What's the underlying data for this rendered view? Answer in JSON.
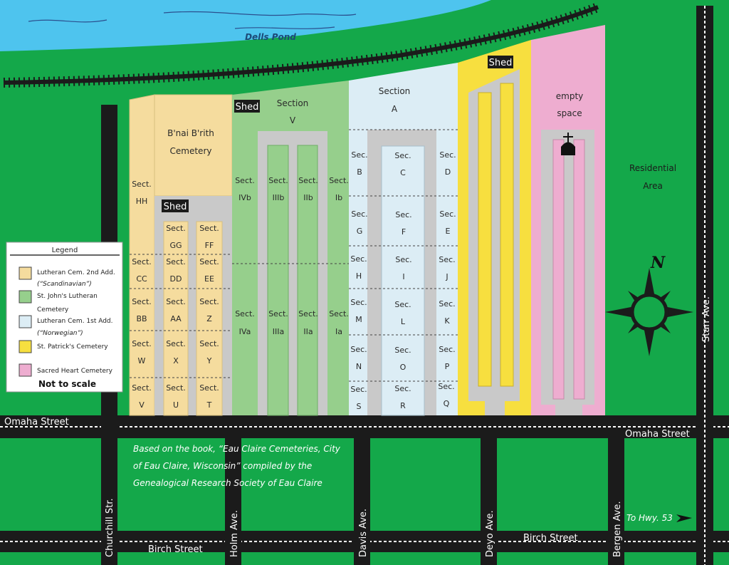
{
  "water": {
    "name": "Dells Pond"
  },
  "sections": {
    "section_v": [
      "Section",
      "V"
    ],
    "section_a": [
      "Section",
      "A"
    ],
    "bnai_brith": [
      "B'nai B'rith",
      "Cemetery"
    ],
    "empty_space": [
      "empty",
      "space"
    ],
    "residential": [
      "Residential",
      "Area"
    ]
  },
  "sheds": {
    "shed_label": "Shed"
  },
  "sect_prefix": "Sect.",
  "sec_prefix": "Sec.",
  "plots": {
    "HH": "HH",
    "CC": "CC",
    "BB": "BB",
    "W": "W",
    "V": "V",
    "GG": "GG",
    "DD": "DD",
    "AA": "AA",
    "X": "X",
    "U": "U",
    "FF": "FF",
    "EE": "EE",
    "Z": "Z",
    "Y": "Y",
    "T": "T",
    "IVb": "IVb",
    "IIIb": "IIIb",
    "IIb": "IIb",
    "Ib": "Ib",
    "IVa": "IVa",
    "IIIa": "IIIa",
    "IIa": "IIa",
    "Ia": "Ia",
    "B": "B",
    "C": "C",
    "D": "D",
    "G": "G",
    "F": "F",
    "E": "E",
    "H": "H",
    "I": "I",
    "J": "J",
    "M": "M",
    "L": "L",
    "K": "K",
    "N": "N",
    "O": "O",
    "P": "P",
    "S": "S",
    "R": "R",
    "Q": "Q"
  },
  "streets": {
    "omaha_1": "Omaha Street",
    "omaha_2": "Omaha Street",
    "birch_1": "Birch Street",
    "birch_2": "Birch Street",
    "churchill": "Churchill Str.",
    "holm": "Holm Ave.",
    "davis": "Davis Ave.",
    "deyo": "Deyo Ave.",
    "bergen": "Bergen Ave.",
    "starr": "Starr Ave.",
    "hwy": "To Hwy. 53"
  },
  "credit": [
    "Based on the book, “Eau Claire Cemeteries, City",
    "of Eau Claire, Wisconsin” compiled by the",
    "Genealogical Research Society of Eau Claire"
  ],
  "legend": {
    "title": "Legend",
    "items": [
      {
        "lines": [
          "Lutheran Cem. 2nd Add.",
          "(“Scandinavian”)"
        ],
        "color": "#f5dc9e"
      },
      {
        "lines": [
          "St. John's Lutheran",
          "Cemetery"
        ],
        "color": "#96cf8c"
      },
      {
        "lines": [
          "Lutheran Cem. 1st Add.",
          "(“Norwegian”)"
        ],
        "color": "#dcedf5"
      },
      {
        "lines": [
          "St. Patrick's Cemetery"
        ],
        "color": "#f7df3f"
      },
      {
        "lines": [
          "Sacred Heart Cemetery"
        ],
        "color": "#eeadd0"
      }
    ],
    "note": "Not to scale"
  },
  "compass": {
    "north": "N"
  },
  "colors": {
    "grass": "#14a84a",
    "water": "#4ec4ee",
    "road": "#1b1b1b",
    "path": "#c9c9c9",
    "scandinavian": "#f5dc9e",
    "stjohns": "#96cf8c",
    "norwegian": "#dcedf5",
    "stpatricks": "#f7df3f",
    "sacredheart": "#eeadd0"
  }
}
